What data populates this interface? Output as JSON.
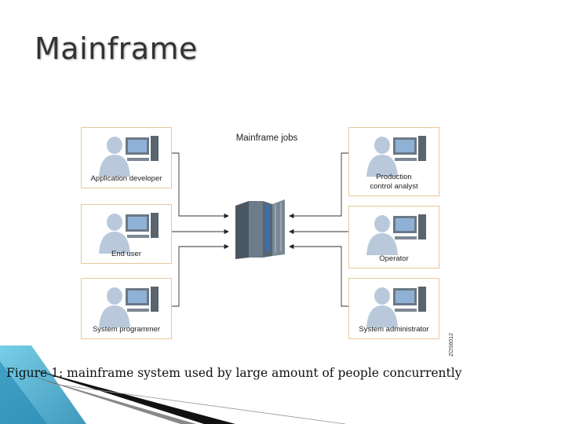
{
  "title": "Mainframe",
  "diagram": {
    "heading": "Mainframe jobs",
    "image_code": "ZOS6012",
    "left_workstations": [
      {
        "label": "Application developer"
      },
      {
        "label": "End user"
      },
      {
        "label": "System programmer"
      }
    ],
    "right_workstations": [
      {
        "label": "Production control analyst"
      },
      {
        "label": "Operator"
      },
      {
        "label": "System administrator"
      }
    ]
  },
  "caption": "Figure 1: mainframe system used by large amount of people concurrently",
  "colors": {
    "card_border": "#e8c79a",
    "person": "#b9c9db",
    "monitor_screen": "#8fb1d6",
    "mainframe": "#5b6a78",
    "deco_teal": "#2aa3c9"
  }
}
